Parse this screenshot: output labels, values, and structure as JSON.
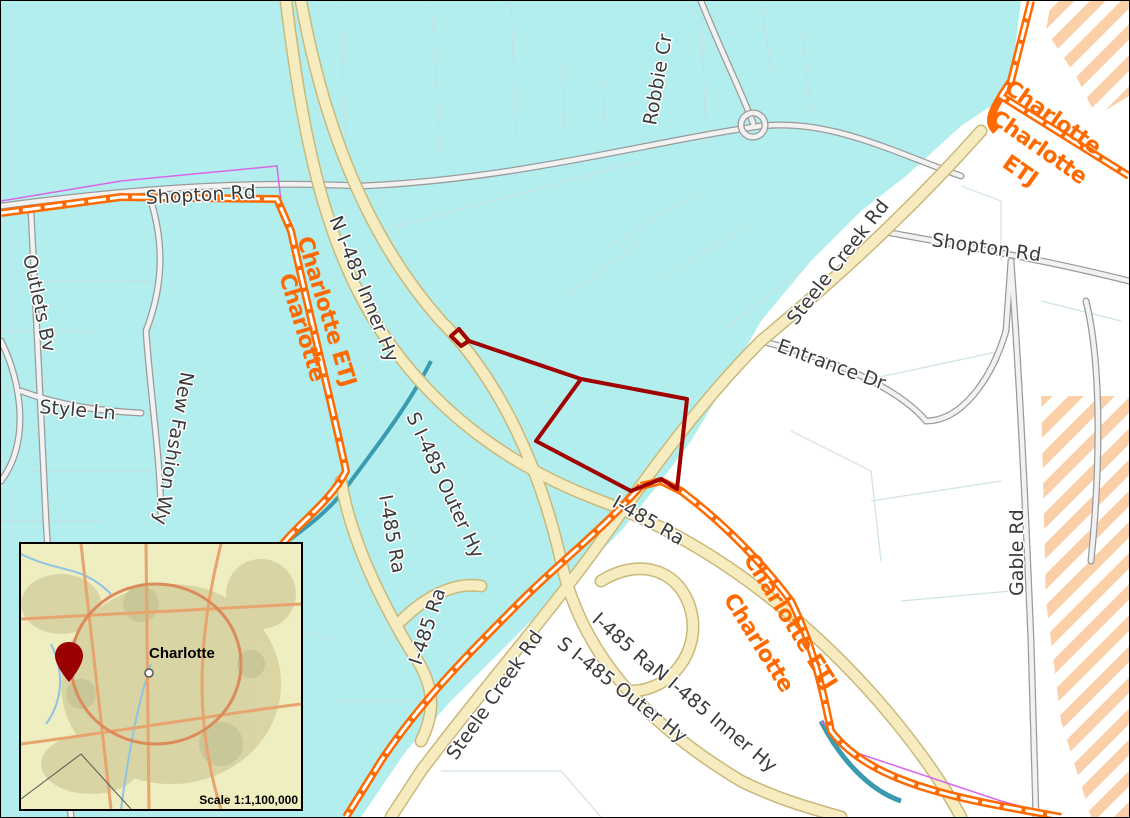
{
  "map": {
    "colors": {
      "etj_fill": "#b3eeee",
      "boundary": "#ff6a00",
      "parcel_highlight": "#a00000",
      "highway": "#f7ecbf",
      "road": "#dcdcdc",
      "stream": "#3a9ab0",
      "hatch": "#fbd0a8"
    },
    "road_labels": {
      "shopton_rd_west": "Shopton Rd",
      "shopton_rd_east": "Shopton Rd",
      "robbie_cr": "Robbie Cr",
      "steele_creek_rd_north": "Steele Creek Rd",
      "steele_creek_rd_south": "Steele Creek Rd",
      "entrance_dr": "Entrance Dr",
      "gable_rd": "Gable Rd",
      "outlets_bv": "Outlets Bv",
      "style_ln": "Style Ln",
      "new_fashion_wy": "New Fashion Wy",
      "i485_inner_north": "N I-485 Inner Hy",
      "i485_outer_south": "S I-485 Outer Hy",
      "i485_ra_west": "I-485 Ra",
      "i485_ra_loop": "I-485 Ra",
      "i485_ra_east": "I-485 Ra",
      "i485_ra_south": "I-485 Ra",
      "i485_inner_south": "N I-485 Inner Hy",
      "i485_outer_southeast": "S I-485 Outer Hy"
    },
    "jurisdiction_labels": {
      "west_etj": "Charlotte ETJ",
      "west_city": "Charlotte",
      "ne_city": "Charlotte",
      "ne_etj_1": "Charlotte",
      "ne_etj_2": "ETJ",
      "se_etj": "Charlotte ETJ",
      "se_city": "Charlotte"
    }
  },
  "locator": {
    "city_label": "Charlotte",
    "scale_text": "Scale 1:1,100,000",
    "marker_icon": "map-pin-icon"
  }
}
